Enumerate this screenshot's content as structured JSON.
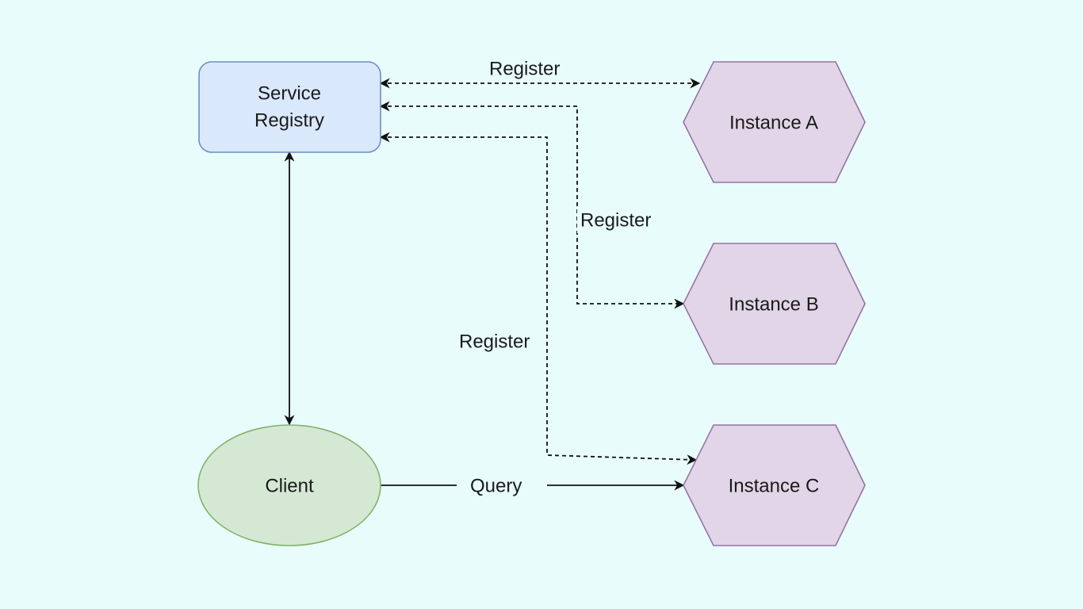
{
  "nodes": {
    "registry": {
      "line1": "Service",
      "line2": "Registry",
      "fill": "#dae8fc",
      "stroke": "#6c8ebf"
    },
    "instance_a": {
      "label": "Instance A",
      "fill": "#e1d5e7",
      "stroke": "#9673a6"
    },
    "instance_b": {
      "label": "Instance B",
      "fill": "#e1d5e7",
      "stroke": "#9673a6"
    },
    "instance_c": {
      "label": "Instance C",
      "fill": "#e1d5e7",
      "stroke": "#9673a6"
    },
    "client": {
      "label": "Client",
      "fill": "#d5e8d4",
      "stroke": "#82b366"
    }
  },
  "edges": {
    "register_a": {
      "label": "Register",
      "style": "dashed",
      "from": "Service Registry",
      "to": "Instance A"
    },
    "register_b": {
      "label": "Register",
      "style": "dashed",
      "from": "Service Registry",
      "to": "Instance B"
    },
    "register_c": {
      "label": "Register",
      "style": "dashed",
      "from": "Service Registry",
      "to": "Instance C"
    },
    "registry_client": {
      "style": "solid",
      "from": "Service Registry",
      "to": "Client"
    },
    "query": {
      "label": "Query",
      "style": "solid",
      "from": "Client",
      "to": "Instance C"
    }
  },
  "colors": {
    "background": "#e8fcfc",
    "edge": "#111111"
  }
}
